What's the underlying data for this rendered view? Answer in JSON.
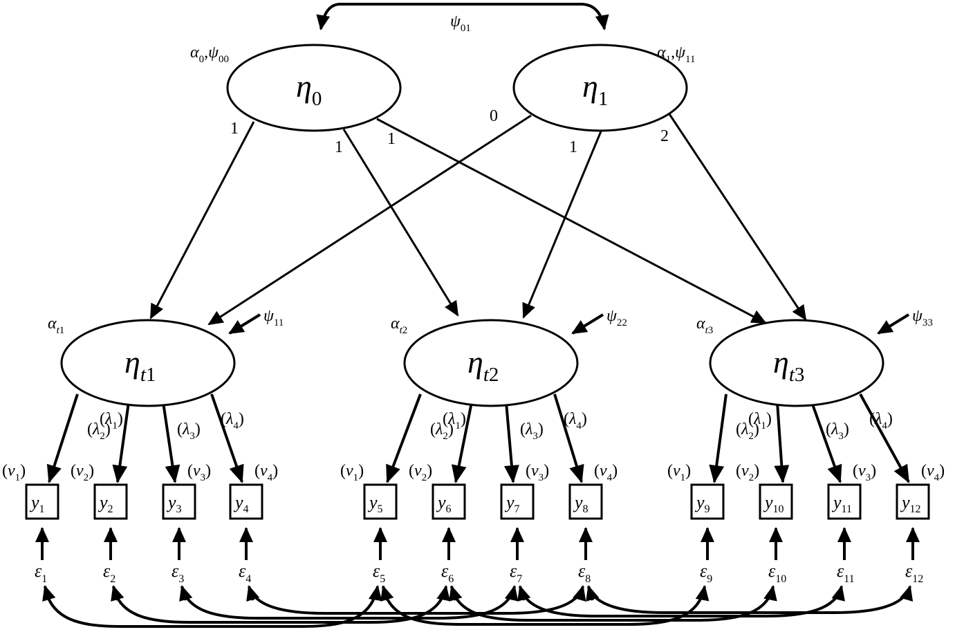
{
  "title": "Latent curve model with correlated residuals",
  "colors": {
    "ink": "#000000",
    "background": "#ffffff"
  },
  "growth_factors": [
    {
      "id": "eta0",
      "sym": "η",
      "sub": "0",
      "param": {
        "a": "α",
        "a_sub": "0",
        "sep": ",",
        "p": "ψ",
        "p_sub": "00"
      }
    },
    {
      "id": "eta1",
      "sym": "η",
      "sub": "1",
      "param": {
        "a": "α",
        "a_sub": "1",
        "sep": ",",
        "p": "ψ",
        "p_sub": "11"
      }
    }
  ],
  "factor_covariance": {
    "sym": "ψ",
    "sub": "01",
    "from": "eta0",
    "to": "eta1"
  },
  "occasion_factors": [
    {
      "id": "etat1",
      "sym": "η",
      "sub_i": "t",
      "sub_n": "1",
      "intercept": {
        "sym": "α",
        "sub_i": "t",
        "sub_n": "1"
      },
      "disturbance": {
        "sym": "ψ",
        "sub": "11"
      }
    },
    {
      "id": "etat2",
      "sym": "η",
      "sub_i": "t",
      "sub_n": "2",
      "intercept": {
        "sym": "α",
        "sub_i": "t",
        "sub_n": "2"
      },
      "disturbance": {
        "sym": "ψ",
        "sub": "22"
      }
    },
    {
      "id": "etat3",
      "sym": "η",
      "sub_i": "t",
      "sub_n": "3",
      "intercept": {
        "sym": "α",
        "sub_i": "t",
        "sub_n": "3"
      },
      "disturbance": {
        "sym": "ψ",
        "sub": "33"
      }
    }
  ],
  "growth_loadings": [
    {
      "from": "eta0",
      "to": "etat1",
      "label": "1"
    },
    {
      "from": "eta0",
      "to": "etat2",
      "label": "1"
    },
    {
      "from": "eta0",
      "to": "etat3",
      "label": "1"
    },
    {
      "from": "eta1",
      "to": "etat1",
      "label": "0"
    },
    {
      "from": "eta1",
      "to": "etat2",
      "label": "1"
    },
    {
      "from": "eta1",
      "to": "etat3",
      "label": "2"
    }
  ],
  "measurement": {
    "loading_labels": [
      {
        "sym": "λ",
        "sub": "1"
      },
      {
        "sym": "λ",
        "sub": "2"
      },
      {
        "sym": "λ",
        "sub": "3"
      },
      {
        "sym": "λ",
        "sub": "4"
      }
    ],
    "intercept_labels": [
      {
        "sym": "ν",
        "sub": "1"
      },
      {
        "sym": "ν",
        "sub": "2"
      },
      {
        "sym": "ν",
        "sub": "3"
      },
      {
        "sym": "ν",
        "sub": "4"
      }
    ]
  },
  "indicators": [
    {
      "sym": "y",
      "sub": "1"
    },
    {
      "sym": "y",
      "sub": "2"
    },
    {
      "sym": "y",
      "sub": "3"
    },
    {
      "sym": "y",
      "sub": "4"
    },
    {
      "sym": "y",
      "sub": "5"
    },
    {
      "sym": "y",
      "sub": "6"
    },
    {
      "sym": "y",
      "sub": "7"
    },
    {
      "sym": "y",
      "sub": "8"
    },
    {
      "sym": "y",
      "sub": "9"
    },
    {
      "sym": "y",
      "sub": "10"
    },
    {
      "sym": "y",
      "sub": "11"
    },
    {
      "sym": "y",
      "sub": "12"
    }
  ],
  "residuals": [
    {
      "sym": "ε",
      "sub": "1"
    },
    {
      "sym": "ε",
      "sub": "2"
    },
    {
      "sym": "ε",
      "sub": "3"
    },
    {
      "sym": "ε",
      "sub": "4"
    },
    {
      "sym": "ε",
      "sub": "5"
    },
    {
      "sym": "ε",
      "sub": "6"
    },
    {
      "sym": "ε",
      "sub": "7"
    },
    {
      "sym": "ε",
      "sub": "8"
    },
    {
      "sym": "ε",
      "sub": "9"
    },
    {
      "sym": "ε",
      "sub": "10"
    },
    {
      "sym": "ε",
      "sub": "11"
    },
    {
      "sym": "ε",
      "sub": "12"
    }
  ],
  "residual_covariances": [
    {
      "from": 1,
      "to": 5
    },
    {
      "from": 2,
      "to": 6
    },
    {
      "from": 3,
      "to": 7
    },
    {
      "from": 4,
      "to": 8
    },
    {
      "from": 5,
      "to": 9
    },
    {
      "from": 6,
      "to": 10
    },
    {
      "from": 7,
      "to": 11
    },
    {
      "from": 8,
      "to": 12
    }
  ]
}
